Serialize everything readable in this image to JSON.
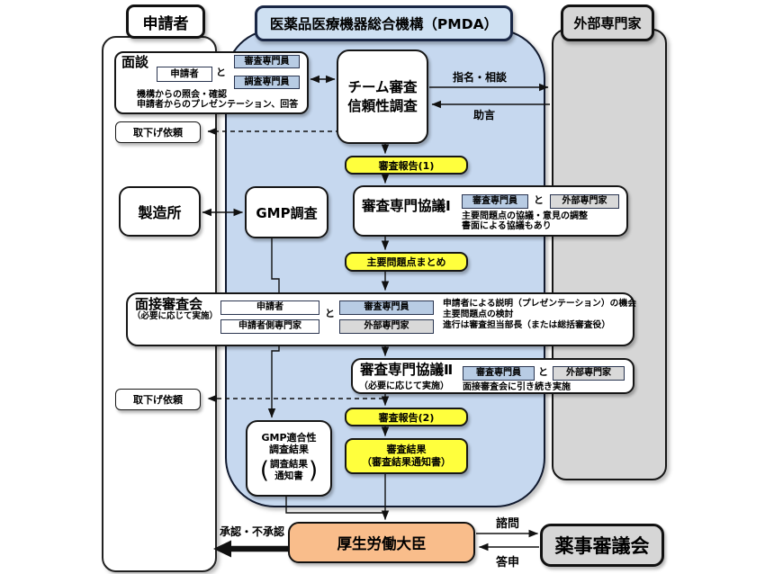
{
  "lanes": {
    "applicant": "申請者",
    "pmda": "医薬品医療機器総合機構（PMDA）",
    "external": "外部専門家"
  },
  "interview": {
    "title": "面談",
    "applicant_chip": "申請者",
    "and": "と",
    "reviewer_chip": "審査専門員",
    "investigator_chip": "調査専門員",
    "note1": "機構からの照会・確認",
    "note2": "申請者からのプレゼンテーション、回答"
  },
  "team_review": {
    "line1": "チーム審査",
    "line2": "信頼性調査"
  },
  "edge_labels": {
    "nominate": "指名・相談",
    "advice": "助言",
    "approval": "承認・不承認",
    "consult": "諮問",
    "reply": "答申"
  },
  "withdraw_request_1": "取下げ依頼",
  "withdraw_request_2": "取下げ依頼",
  "report1": "審査報告(1)",
  "factory": "製造所",
  "gmp_survey": "GMP調査",
  "council1": {
    "title": "審査専門協議Ⅰ",
    "reviewer_chip": "審査専門員",
    "and": "と",
    "external_chip": "外部専門家",
    "note1": "主要問題点の協議・意見の調整",
    "note2": "書面による協議もあり"
  },
  "key_issues_summary": "主要問題点まとめ",
  "interview_board": {
    "title": "面接審査会",
    "subtitle": "（必要に応じて実施）",
    "applicant_chip": "申請者",
    "applicant_expert_chip": "申請者側専門家",
    "and": "と",
    "reviewer_chip": "審査専門員",
    "external_chip": "外部専門家",
    "note1": "申請者による説明（プレゼンテーション）の機会",
    "note2": "主要問題点の検討",
    "note3": "進行は審査担当部長（または総括審査役）"
  },
  "council2": {
    "title": "審査専門協議Ⅱ",
    "subtitle": "（必要に応じて実施）",
    "reviewer_chip": "審査専門員",
    "and": "と",
    "external_chip": "外部専門家",
    "note": "面接審査会に引き続き実施"
  },
  "report2": "審査報告(2)",
  "review_result": {
    "line1": "審査結果",
    "line2": "（審査結果通知書）"
  },
  "gmp_result": {
    "line1": "GMP適合性",
    "line2": "調査結果",
    "paren_open": "(",
    "paren_line1": "調査結果",
    "paren_line2": "通知書",
    "paren_close": ")"
  },
  "minister": "厚生労働大臣",
  "pharma_council": "薬事審議会",
  "colors": {
    "lane_blue": "#c6d8ef",
    "lane_gray": "#d6d6d6",
    "chip_blue": "#b8cce4",
    "chip_gray": "#d9d9d9",
    "highlight_yellow": "#ffff3d",
    "minister_orange": "#f9bd8b"
  }
}
